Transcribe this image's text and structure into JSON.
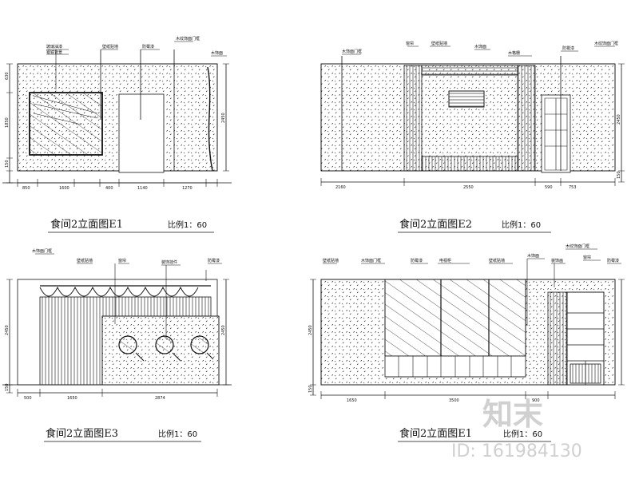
{
  "drawings": [
    {
      "id": "e1",
      "caption": "食间2立面图E1",
      "scale": "比例1：60",
      "labels": [
        "玻璃油漆",
        "银镜背景",
        "壁纸贴墙",
        "防霉漆",
        "木纹饰面门框",
        "木饰面"
      ],
      "height_dims": [
        "630",
        "1850",
        "2450",
        "150"
      ],
      "width_dims": [
        "850",
        "1600",
        "400",
        "1140",
        "1270"
      ]
    },
    {
      "id": "e2",
      "caption": "食间2立面图E2",
      "scale": "比例1：60",
      "labels": [
        "木饰面门框",
        "窗帘",
        "壁纸贴墙",
        "木饰面",
        "木格栅",
        "防霉漆",
        "木纹饰面门框"
      ],
      "height_dims": [
        "2450",
        "150"
      ],
      "width_dims": [
        "2160",
        "2550",
        "590",
        "753"
      ]
    },
    {
      "id": "e3",
      "caption": "食间2立面图E3",
      "scale": "比例1：60",
      "labels": [
        "木饰面门框",
        "壁纸贴墙",
        "窗帘",
        "装饰挂件",
        "防霉漆"
      ],
      "height_dims": [
        "2450",
        "2450",
        "150"
      ],
      "width_dims": [
        "500",
        "1650",
        "2874"
      ]
    },
    {
      "id": "e4",
      "caption": "食间2立面图E1",
      "scale": "比例1：60",
      "labels": [
        "壁纸贴墙",
        "木饰面门框",
        "防霉漆",
        "电视柜",
        "壁纸贴墙",
        "木饰面",
        "装饰画",
        "木纹饰面门框",
        "窗帘",
        "防霉漆"
      ],
      "height_dims": [
        "2450",
        "150"
      ],
      "width_dims": [
        "1650",
        "3500",
        "900"
      ]
    }
  ],
  "watermark": {
    "logo_text": "知末",
    "id_text": "ID: 161984130"
  }
}
